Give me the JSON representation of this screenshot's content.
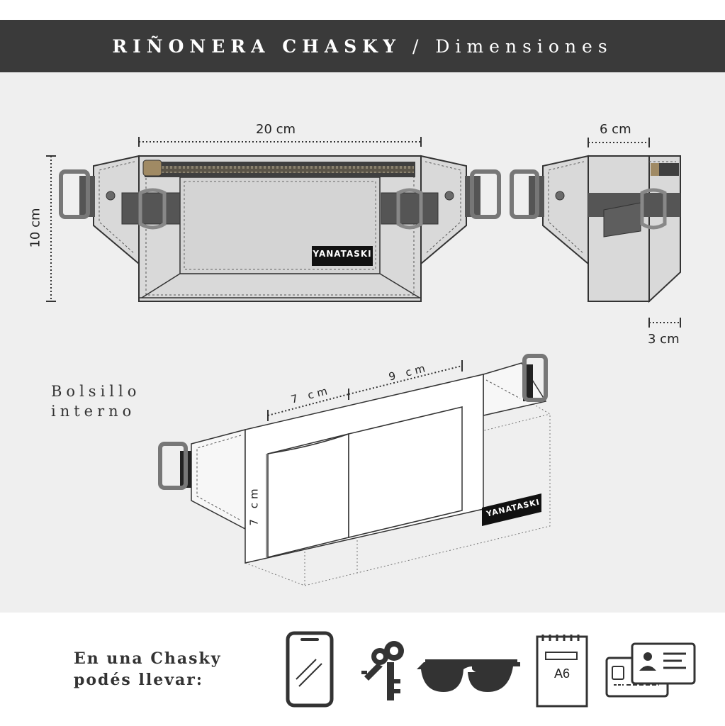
{
  "header": {
    "title_main": "RIÑONERA CHASKY",
    "separator": "/",
    "title_sub": "Dimensiones"
  },
  "front_view": {
    "width_label": "20 cm",
    "height_label": "10 cm",
    "brand": "YANATASKI"
  },
  "side_view": {
    "width_label": "6 cm",
    "depth_label": "3 cm"
  },
  "pocket": {
    "title_line1": "Bolsillo",
    "title_line2": "interno",
    "left_width_label": "7 cm",
    "right_width_label": "9 cm",
    "height_label": "7 cm",
    "brand": "YANATASKI"
  },
  "footer": {
    "line1": "En una Chasky",
    "line2": "podés llevar:",
    "items": [
      {
        "icon": "smartphone-icon"
      },
      {
        "icon": "keys-icon"
      },
      {
        "icon": "sunglasses-icon"
      },
      {
        "icon": "notepad-icon",
        "label": "A6"
      },
      {
        "icon": "id-cards-icon"
      }
    ]
  },
  "colors": {
    "header_bg": "#3a3a3a",
    "panel_bg": "#efefef",
    "bag_fill": "#d9d9d9",
    "strap": "#555555",
    "outline": "#333333"
  }
}
